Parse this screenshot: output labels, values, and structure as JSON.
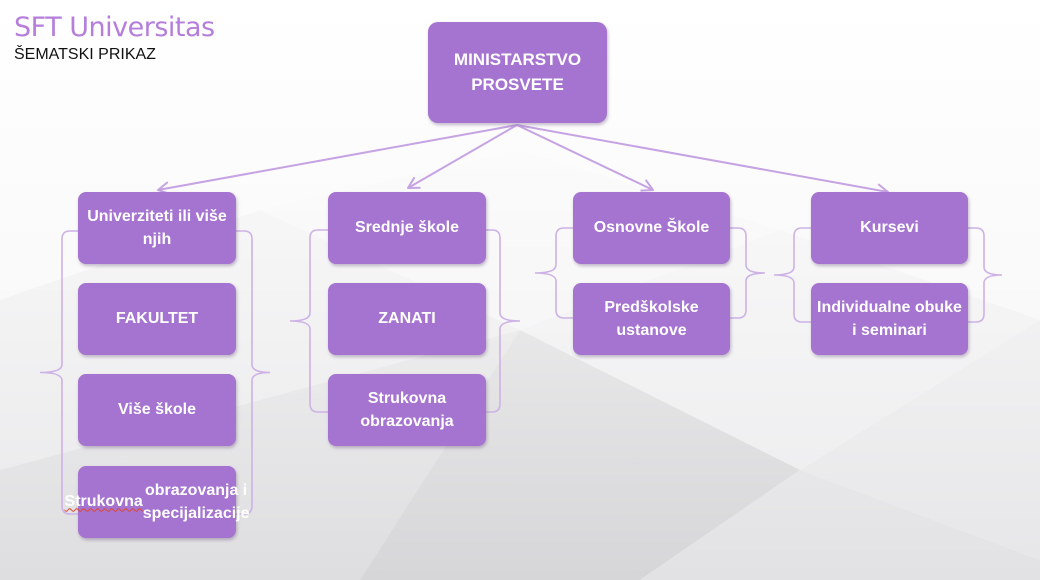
{
  "header": {
    "title": "SFT Universitas",
    "subtitle": "ŠEMATSKI PRIKAZ"
  },
  "colors": {
    "accent": "#b57edb",
    "box_fill": "#a573d0",
    "connector": "#c6a3e3",
    "bracket": "#cdb2e6"
  },
  "diagram": {
    "root": "MINISTARSTVO PROSVETE",
    "columns": [
      {
        "items": [
          "Univerziteti ili više njih",
          "FAKULTET",
          "Više škole",
          "Strukovna obrazovanja i specijalizacije"
        ]
      },
      {
        "items": [
          "Srednje škole",
          "ZANATI",
          "Strukovna obrazovanja"
        ]
      },
      {
        "items": [
          "Osnovne Škole",
          "Predškolske ustanove"
        ]
      },
      {
        "items": [
          "Kursevi",
          "Individualne obuke i seminari"
        ]
      }
    ]
  }
}
